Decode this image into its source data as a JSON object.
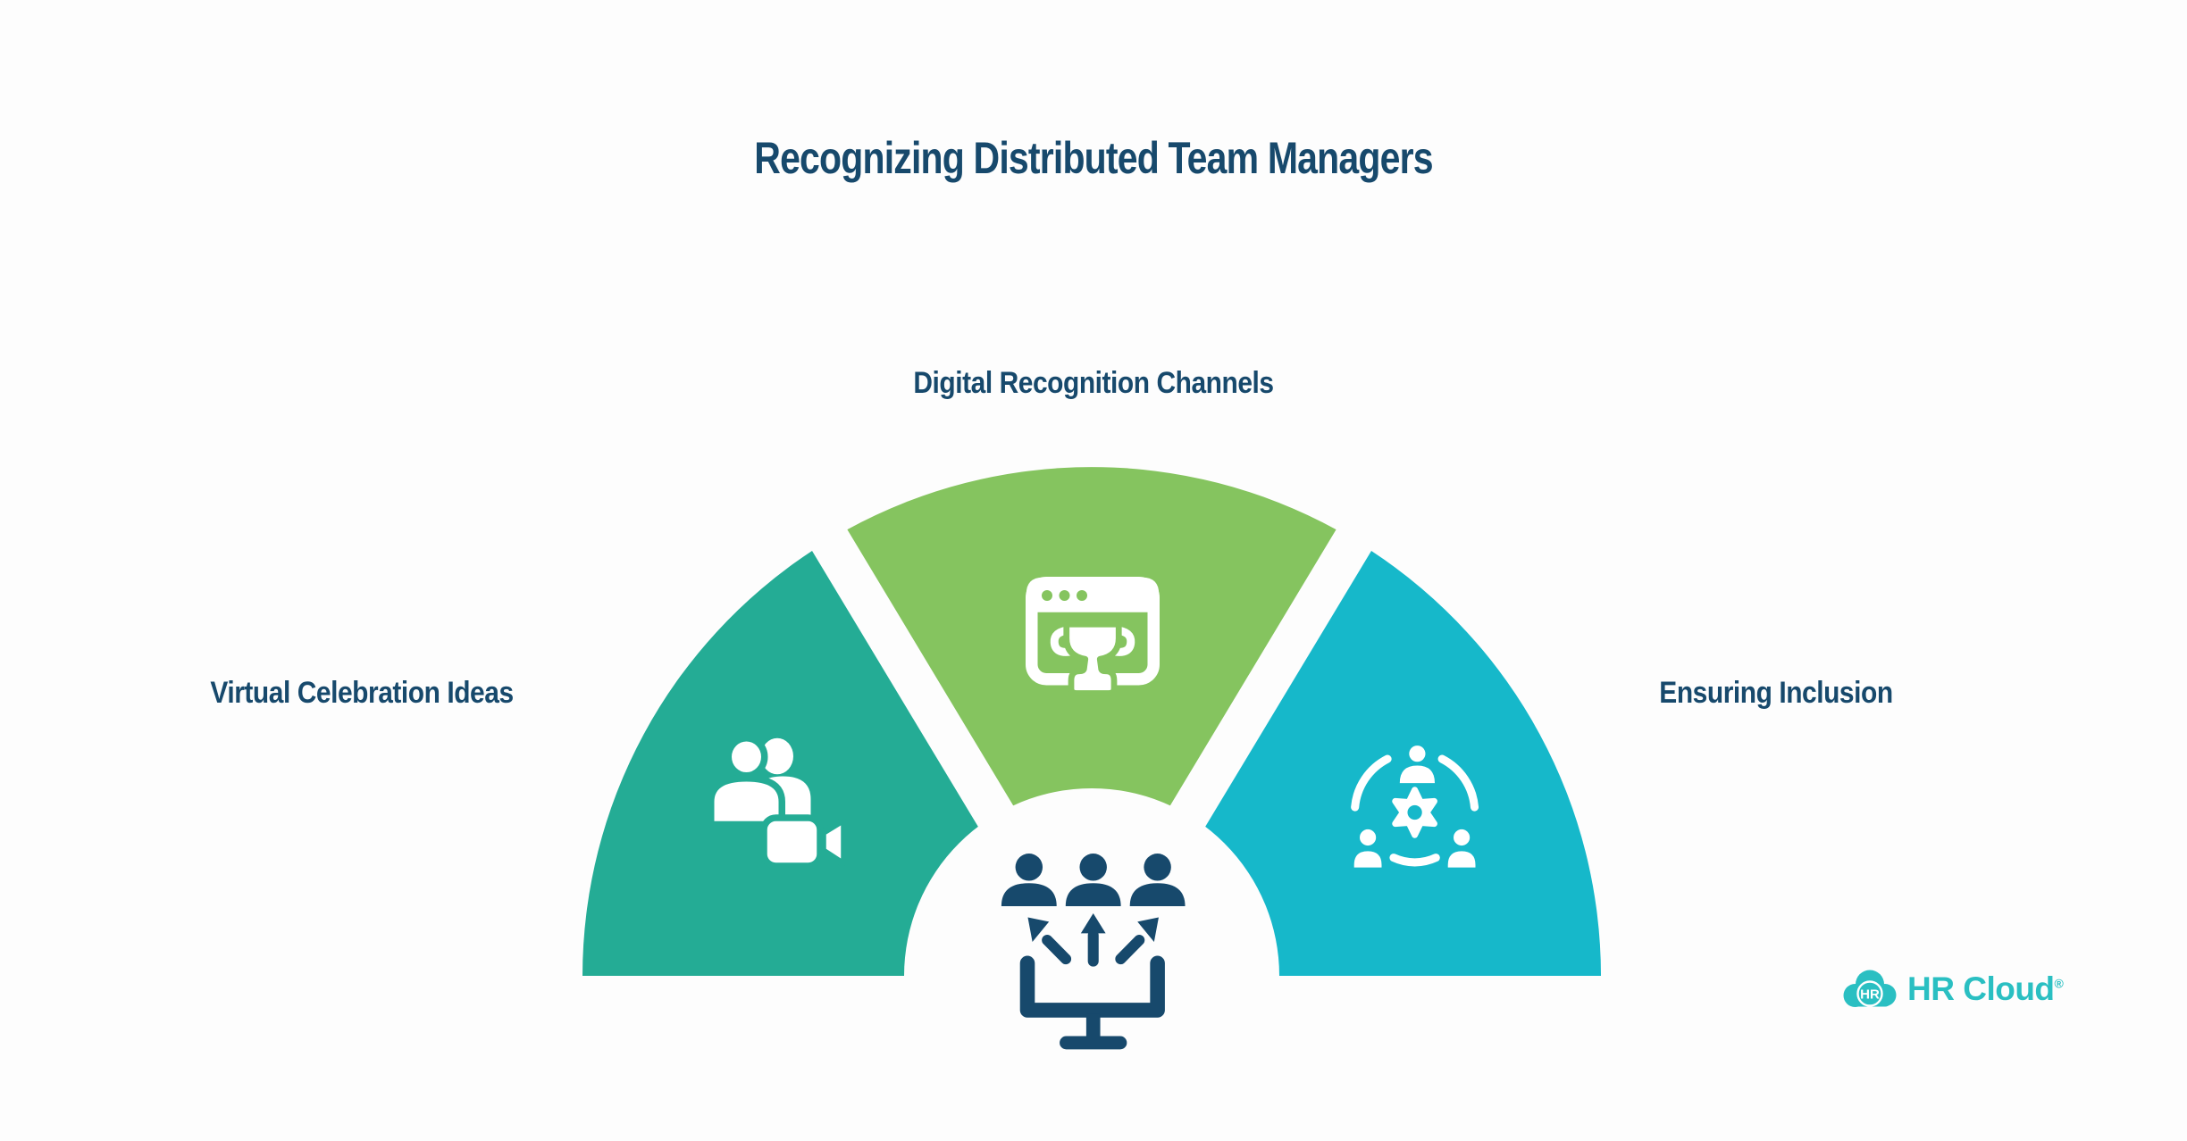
{
  "title": "Recognizing Distributed Team Managers",
  "segments": [
    {
      "id": "virtual-celebration",
      "label": "Virtual Celebration Ideas",
      "icon": "video-call-people-icon"
    },
    {
      "id": "digital-recognition",
      "label": "Digital Recognition Channels",
      "icon": "browser-trophy-icon"
    },
    {
      "id": "ensuring-inclusion",
      "label": "Ensuring Inclusion",
      "icon": "people-gear-network-icon"
    }
  ],
  "center": {
    "icon": "team-to-screen-icon"
  },
  "logo": {
    "badge_text": "HR",
    "brand_text": "HR Cloud",
    "registered_mark": "®"
  },
  "colors": {
    "navy": "#17496C",
    "teal": "#24AC95",
    "green": "#85C45F",
    "cyan": "#16B8CA",
    "logo-teal": "#2ABFC2",
    "background": "#FDFDFD",
    "white": "#FFFFFF"
  }
}
